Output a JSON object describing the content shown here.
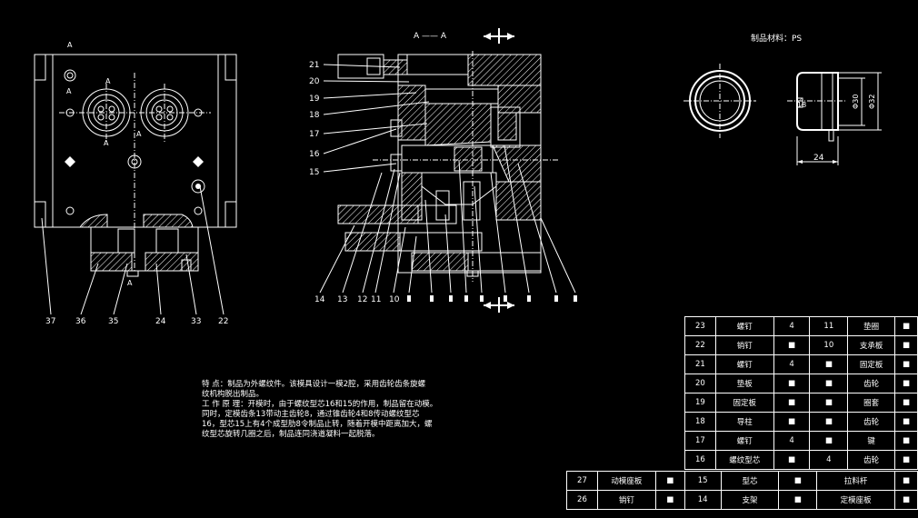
{
  "views": {
    "section_label": "A —— A",
    "section_mark": "A",
    "material_note": "制品材料：PS"
  },
  "left_view": {
    "labels": [
      "A",
      "A",
      "A",
      "A",
      "A"
    ],
    "callouts": [
      "37",
      "36",
      "35",
      "24",
      "33",
      "22"
    ]
  },
  "middle_view": {
    "left_callouts": [
      "21",
      "20",
      "19",
      "18",
      "17",
      "16",
      "15"
    ],
    "bottom_callouts": [
      "14",
      "13",
      "12",
      "11",
      "10"
    ]
  },
  "product_view": {
    "dimensions": [
      "24",
      "Φ30",
      "Φ32",
      "18"
    ]
  },
  "notes": [
    "特 点：制品为外螺纹件。该模具设计一模2腔，采用齿轮齿条旋螺",
    "纹机构脱出制品。",
    "工 作 原 理：开模时，由于螺纹型芯16和15的作用，制品留在动模。",
    "同时，定模齿条13带动主齿轮8，通过锥齿轮4和8传动螺纹型芯",
    "16，型芯15上有4个成型肋8令制品止转，随着开模中距离加大，螺",
    "纹型芯旋转几圈之后，制品连同浇道凝料一起脱落。"
  ],
  "bom_right": [
    [
      "23",
      "螺钉",
      "4",
      "11",
      "垫圈",
      "■"
    ],
    [
      "22",
      "销钉",
      "■",
      "10",
      "支承板",
      "■"
    ],
    [
      "21",
      "螺钉",
      "4",
      "■",
      "固定板",
      "■"
    ],
    [
      "20",
      "垫板",
      "■",
      "■",
      "齿轮",
      "■"
    ],
    [
      "19",
      "固定板",
      "■",
      "■",
      "圈套",
      "■"
    ],
    [
      "18",
      "导柱",
      "■",
      "■",
      "齿轮",
      "■"
    ],
    [
      "17",
      "螺钉",
      "4",
      "■",
      "键",
      "■"
    ],
    [
      "16",
      "螺纹型芯",
      "■",
      "4",
      "齿轮",
      "■"
    ]
  ],
  "bom_left": [
    [
      "27",
      "动模座板",
      "■",
      "15",
      "型芯",
      "■",
      "拉料杆",
      "■"
    ],
    [
      "26",
      "销钉",
      "■",
      "14",
      "支架",
      "■",
      "定模座板",
      "■"
    ]
  ]
}
